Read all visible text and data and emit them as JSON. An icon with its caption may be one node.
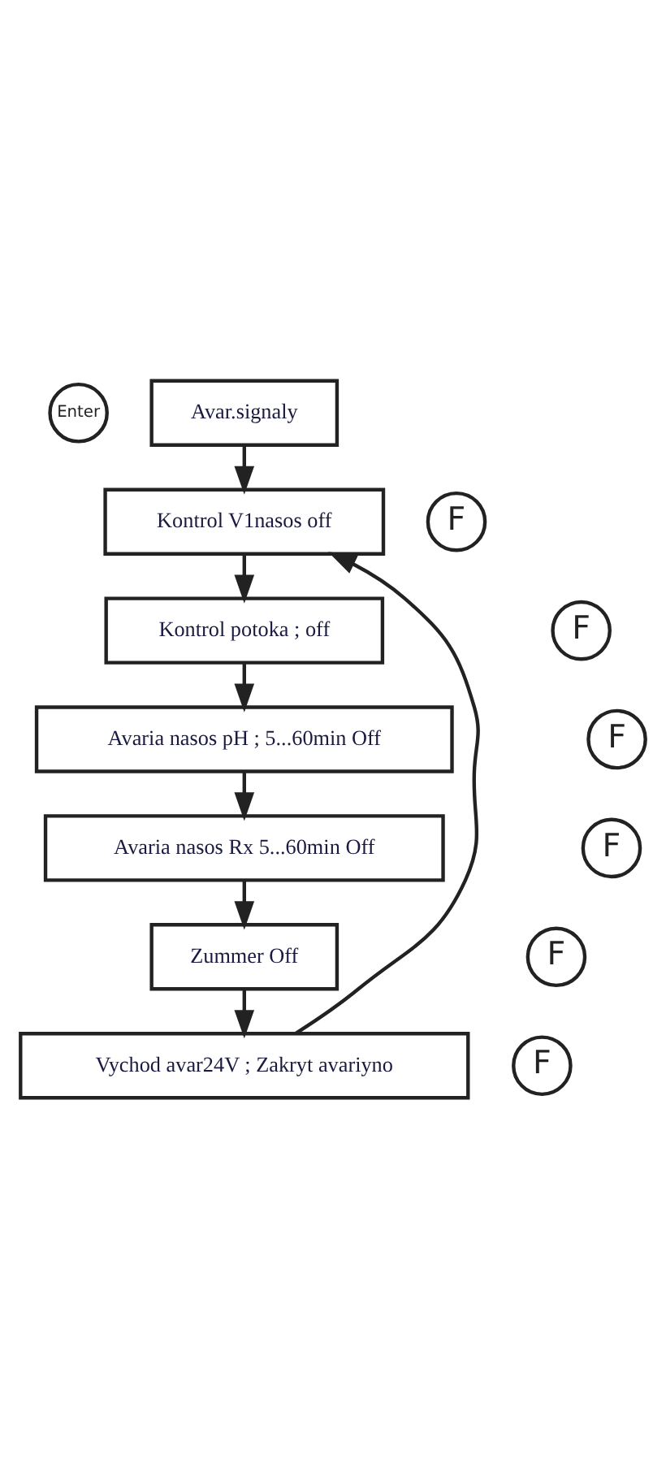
{
  "diagram": {
    "nodes": [
      {
        "text": [
          "Enter"
        ]
      },
      {
        "text": [
          "Avar.signaly"
        ]
      },
      {
        "text": [
          "Kontrol V1nasos off"
        ]
      },
      {
        "text": [
          "F"
        ]
      },
      {
        "text": [
          "Kontrol potoka ; off"
        ]
      },
      {
        "text": [
          "F"
        ]
      },
      {
        "text": [
          "Avaria nasos pH ; 5...60min Off"
        ]
      },
      {
        "text": [
          "F"
        ]
      },
      {
        "text": [
          "Avaria nasos Rx 5...60min Off"
        ]
      },
      {
        "text": [
          "F"
        ]
      },
      {
        "text": [
          "Zummer Off"
        ]
      },
      {
        "text": [
          "F"
        ]
      },
      {
        "text": [
          "Vychod avar24V ; Zakryt avariyno"
        ]
      },
      {
        "text": [
          "F"
        ]
      }
    ],
    "edges": [
      {
        "from": 1,
        "to": 2,
        "arrow": "to"
      },
      {
        "from": 2,
        "to": 4,
        "arrow": "to"
      },
      {
        "from": 4,
        "to": 6,
        "arrow": "to"
      },
      {
        "from": 6,
        "to": 8,
        "arrow": "to"
      },
      {
        "from": 8,
        "to": 10,
        "arrow": "to"
      },
      {
        "from": 10,
        "to": 12,
        "arrow": "to"
      },
      {
        "from": 12,
        "to": 2,
        "arrow": "to"
      }
    ]
  }
}
